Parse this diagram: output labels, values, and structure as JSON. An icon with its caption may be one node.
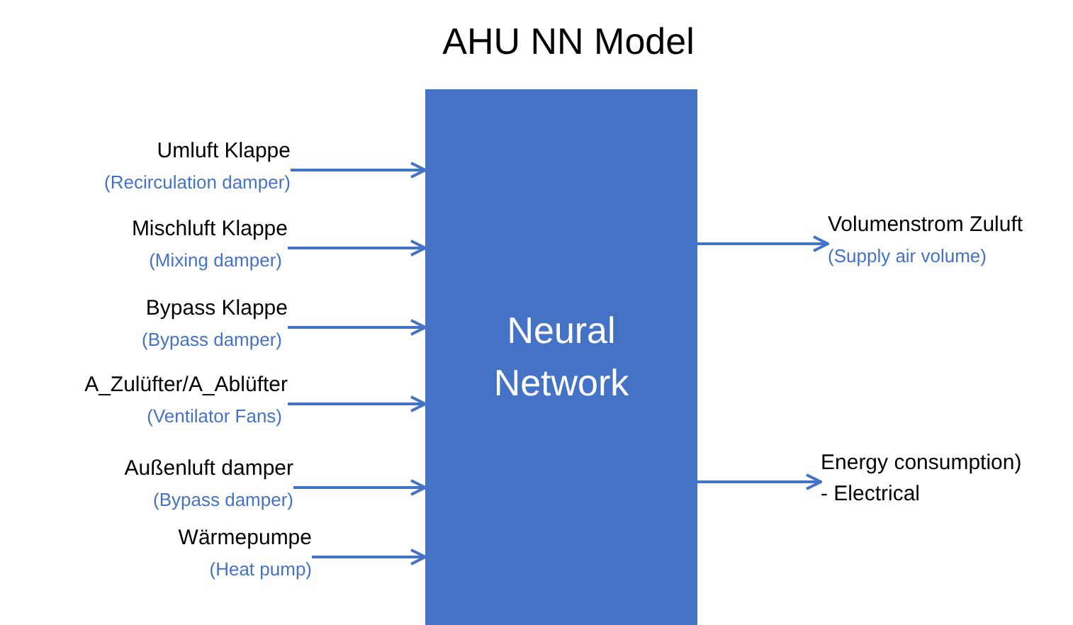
{
  "diagram": {
    "title": "AHU NN Model",
    "nodes": [
      {
        "text": [
          "Neural Network"
        ]
      },
      {
        "text": [
          "Umluft Klappe",
          "(Recirculation damper)"
        ]
      },
      {
        "text": [
          "Mischluft Klappe",
          "(Mixing damper)"
        ]
      },
      {
        "text": [
          "Bypass Klappe",
          "(Bypass damper)"
        ]
      },
      {
        "text": [
          "A_Zulüfter/A_Ablüfter",
          "(Ventilator Fans)"
        ]
      },
      {
        "text": [
          "Außenluft damper",
          "(Bypass damper)"
        ]
      },
      {
        "text": [
          "Wärmepumpe",
          "(Heat pump)"
        ]
      },
      {
        "text": [
          "Volumenstrom Zuluft",
          "(Supply air volume)"
        ]
      },
      {
        "text": [
          "Energy consumption)",
          "- Electrical"
        ]
      }
    ],
    "edges": [
      {
        "from": 1,
        "to": 0,
        "arrow": "to"
      },
      {
        "from": 2,
        "to": 0,
        "arrow": "to"
      },
      {
        "from": 3,
        "to": 0,
        "arrow": "to"
      },
      {
        "from": 4,
        "to": 0,
        "arrow": "to"
      },
      {
        "from": 5,
        "to": 0,
        "arrow": "to"
      },
      {
        "from": 6,
        "to": 0,
        "arrow": "to"
      },
      {
        "from": 0,
        "to": 7,
        "arrow": "to"
      },
      {
        "from": 0,
        "to": 8,
        "arrow": "to"
      }
    ]
  }
}
